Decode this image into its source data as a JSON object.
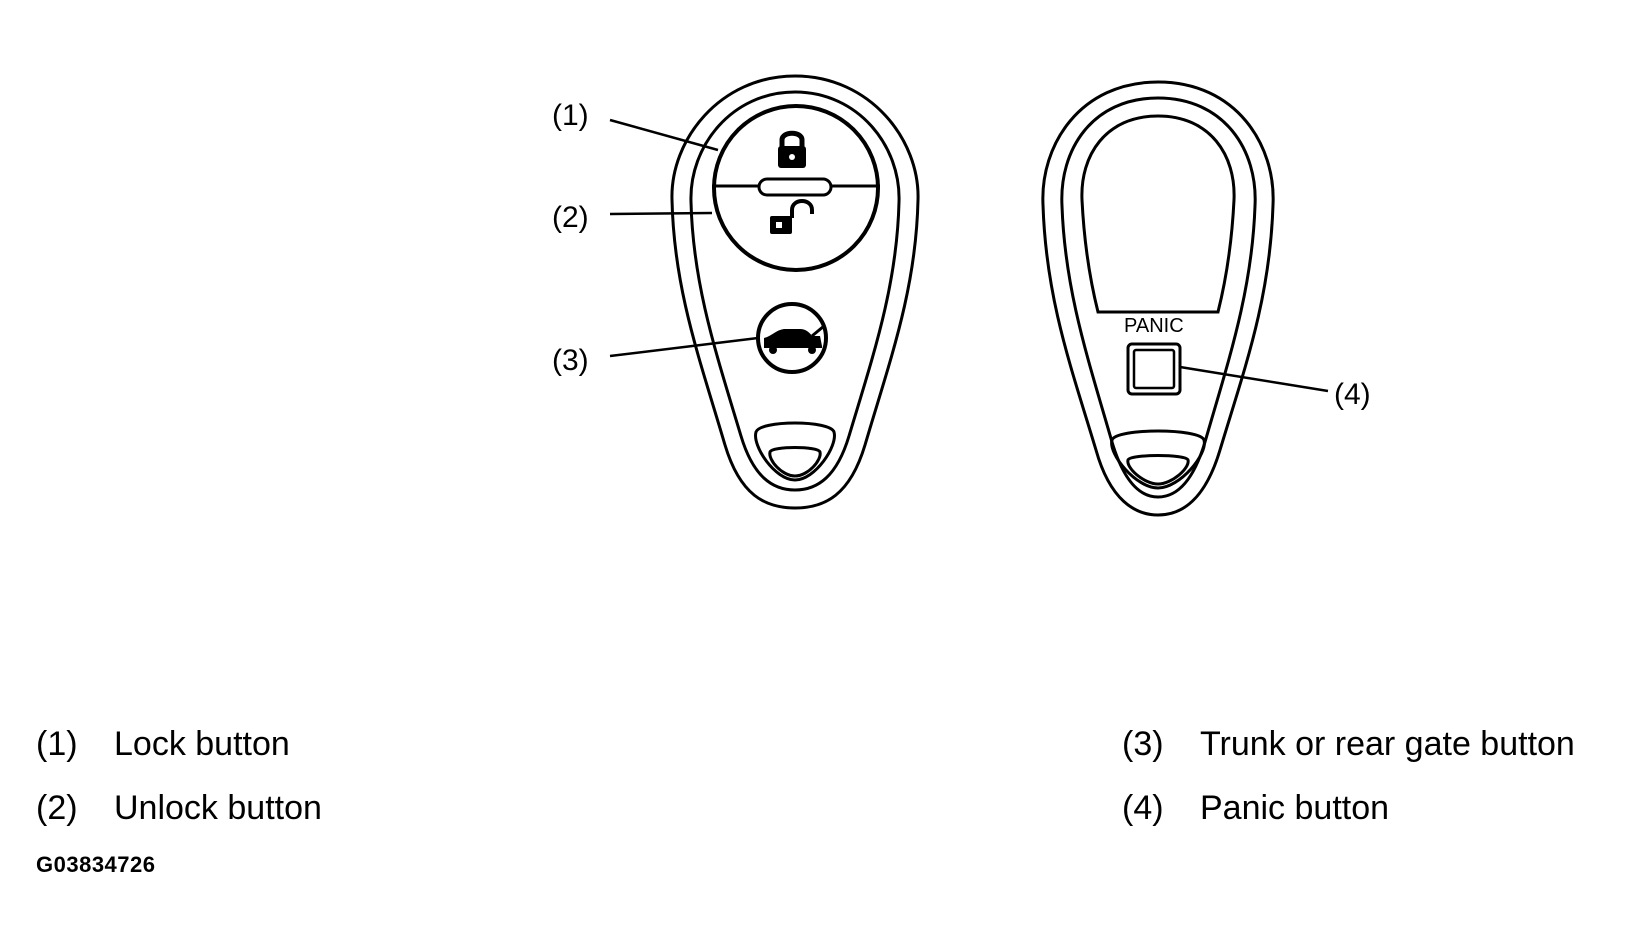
{
  "callouts": {
    "c1": "(1)",
    "c2": "(2)",
    "c3": "(3)",
    "c4": "(4)"
  },
  "panic_label": "PANIC",
  "legend": [
    {
      "num": "(1)",
      "label": "Lock button"
    },
    {
      "num": "(2)",
      "label": "Unlock button"
    },
    {
      "num": "(3)",
      "label": "Trunk or rear gate button"
    },
    {
      "num": "(4)",
      "label": "Panic button"
    }
  ],
  "figure_code": "G03834726",
  "icons": {
    "lock": "lock-icon",
    "unlock": "unlock-icon",
    "trunk": "car-trunk-icon"
  }
}
